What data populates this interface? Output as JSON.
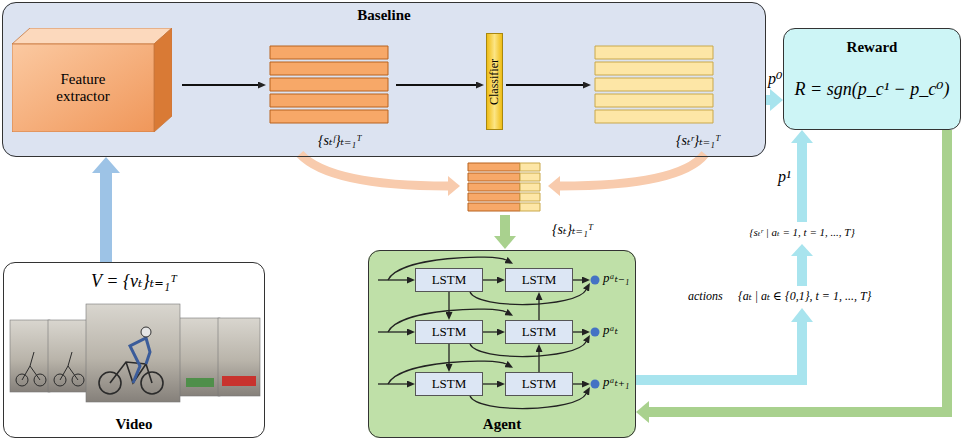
{
  "diagram": {
    "nodes": [
      {
        "text": [
          "Baseline"
        ]
      },
      {
        "text": [
          "Feature extractor"
        ],
        "in": 0
      },
      {
        "text": [
          "Classifier"
        ],
        "in": 0
      },
      {
        "text": [
          "Reward",
          "R = sgn(p_c¹ − p_c⁰)"
        ]
      },
      {
        "text": [
          "Agent"
        ]
      },
      {
        "text": [
          "LSTM"
        ],
        "in": 4
      },
      {
        "text": [
          "LSTM"
        ],
        "in": 4
      },
      {
        "text": [
          "LSTM"
        ],
        "in": 4
      },
      {
        "text": [
          "LSTM"
        ],
        "in": 4
      },
      {
        "text": [
          "LSTM"
        ],
        "in": 4
      },
      {
        "text": [
          "LSTM"
        ],
        "in": 4
      },
      {
        "text": [
          "V = {vₜ}ₜ₌₁ᵀ",
          "Video"
        ]
      }
    ],
    "edges": [
      {
        "from": 11,
        "to": 0,
        "arrow": "to"
      },
      {
        "from": 0,
        "to": 3,
        "arrow": "to",
        "label": "p⁰"
      },
      {
        "from": 4,
        "to": 3,
        "arrow": "to",
        "label": "p¹"
      },
      {
        "from": 3,
        "to": 4,
        "arrow": "to"
      },
      {
        "from": 5,
        "to": 6,
        "arrow": "to"
      },
      {
        "from": 7,
        "to": 8,
        "arrow": "to"
      },
      {
        "from": 9,
        "to": 10,
        "arrow": "to"
      },
      {
        "from": 5,
        "to": 7,
        "arrow": "to"
      },
      {
        "from": 7,
        "to": 9,
        "arrow": "to"
      },
      {
        "from": 10,
        "to": 8,
        "arrow": "to"
      },
      {
        "from": 8,
        "to": 6,
        "arrow": "to"
      }
    ],
    "labels": [
      "{sₜᶠ}ₜ₌₁ᵀ",
      "{sₜʳ}ₜ₌₁ᵀ",
      "{sₜ}ₜ₌₁ᵀ",
      "pᵃₜ₋₁",
      "pᵃₜ",
      "pᵃₜ₊₁",
      "actions",
      "{aₜ | aₜ ∈ {0,1}, t = 1, ..., T}",
      "{sₜʳ | aₜ = 1, t = 1, ..., T}"
    ]
  }
}
